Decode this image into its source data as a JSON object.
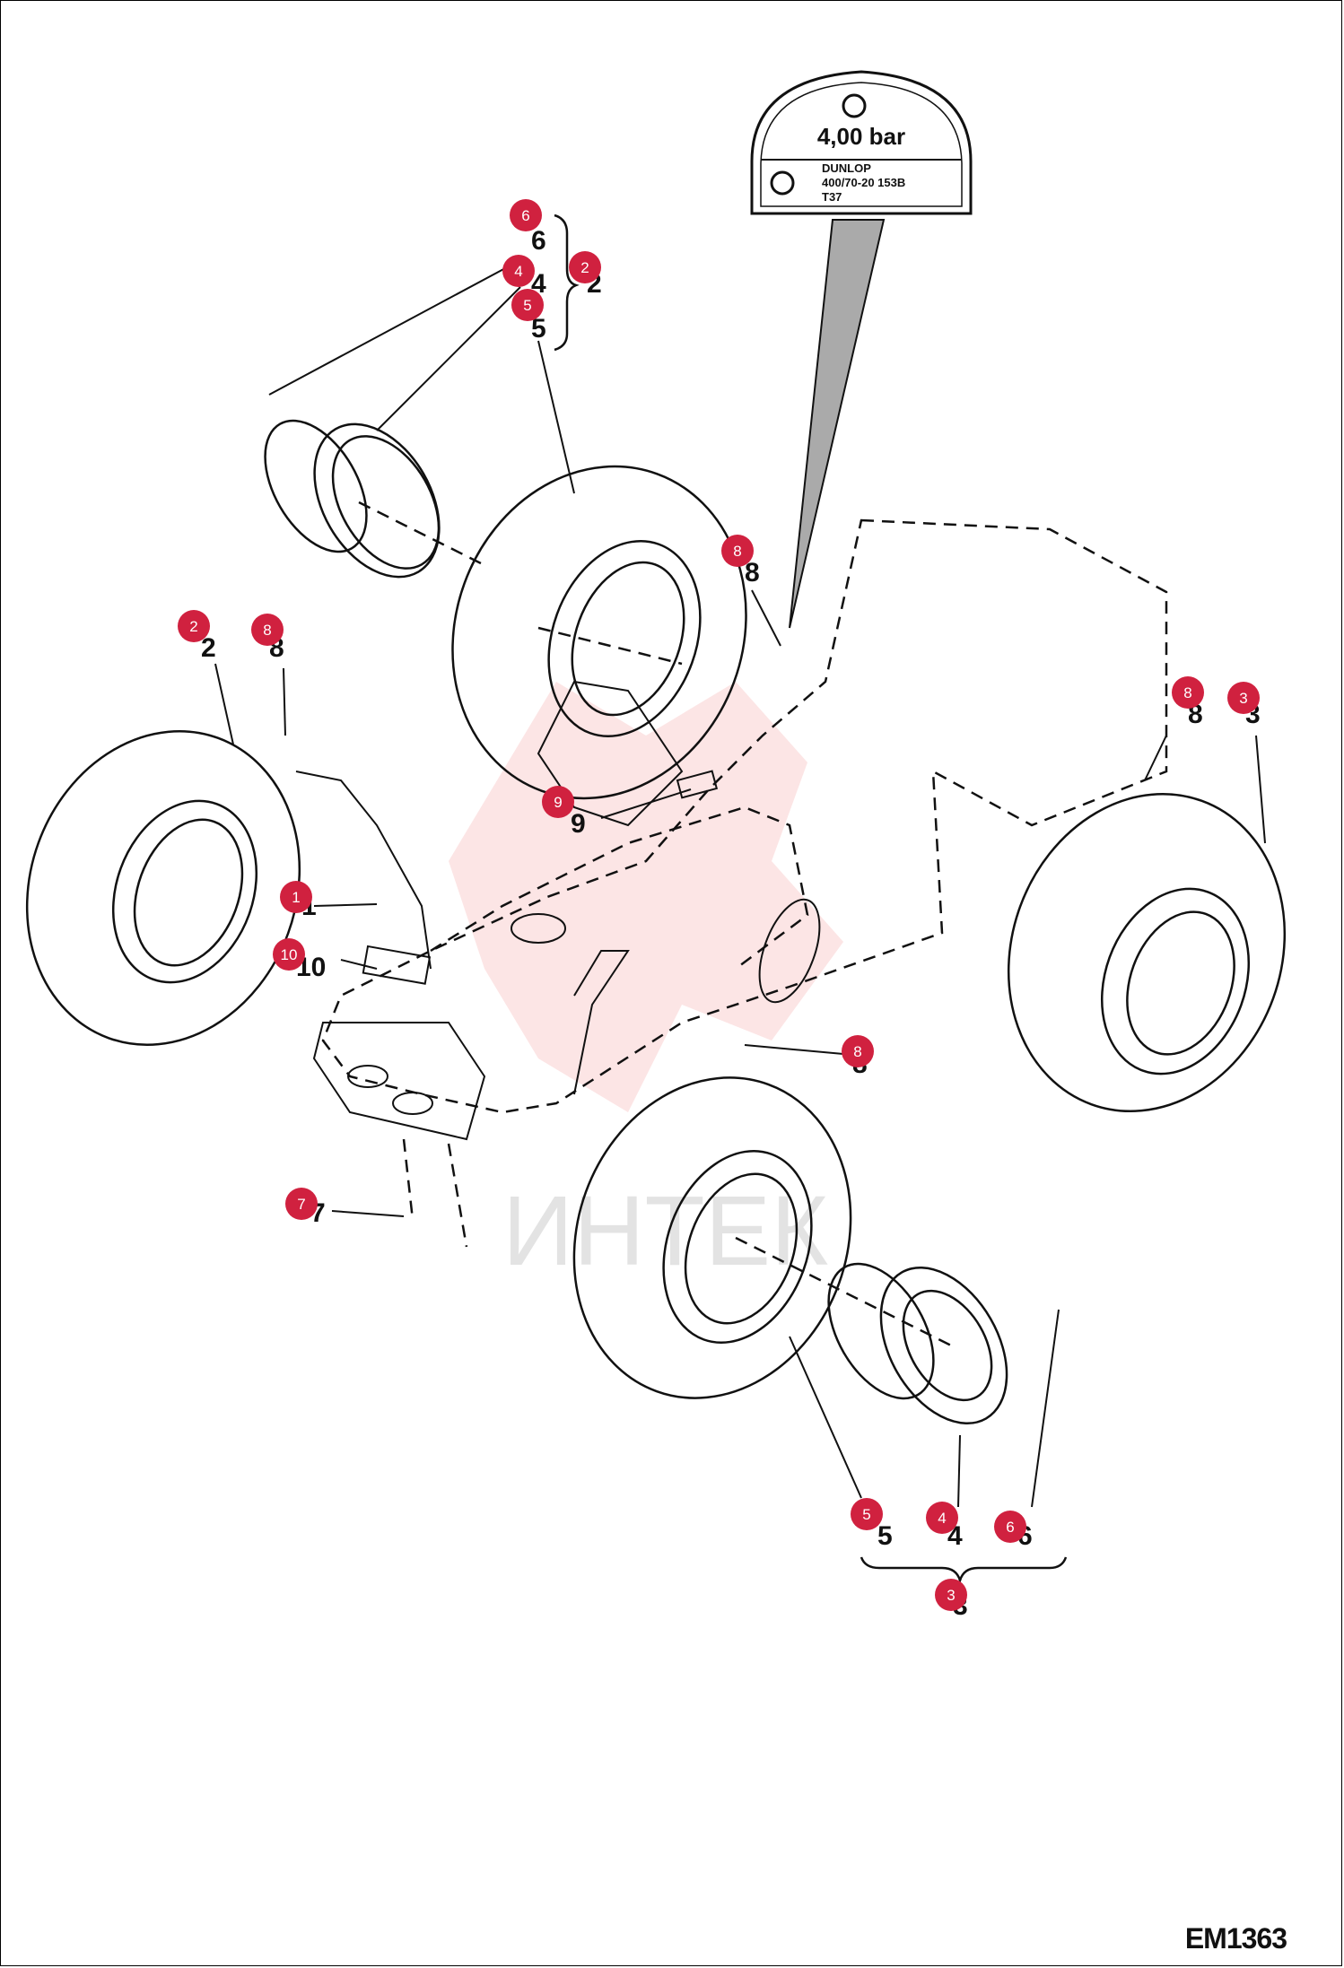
{
  "tire_label": {
    "pressure": "4,00 bar",
    "brand": "DUNLOP",
    "size_line": "400/70-20  153B",
    "code_line": "T37"
  },
  "part_numbers": [
    "1",
    "2",
    "3",
    "4",
    "5",
    "6",
    "7",
    "8",
    "9",
    "10"
  ],
  "callouts": [
    "6",
    "4",
    "5",
    "2",
    "2",
    "8",
    "8",
    "8",
    "3",
    "9",
    "1",
    "10",
    "8",
    "7",
    "5",
    "4",
    "6",
    "3"
  ],
  "bracket_labels": {
    "top": {
      "items": [
        "6",
        "4",
        "5"
      ],
      "group": "2"
    },
    "bottom": {
      "items": [
        "5",
        "4",
        "6"
      ],
      "group": "3"
    }
  },
  "watermark": "ИНТЕК",
  "diagram_code": "EM1363",
  "colors": {
    "callout": "#d0213f",
    "line": "#111111",
    "watermark": "#f3c4c4"
  }
}
